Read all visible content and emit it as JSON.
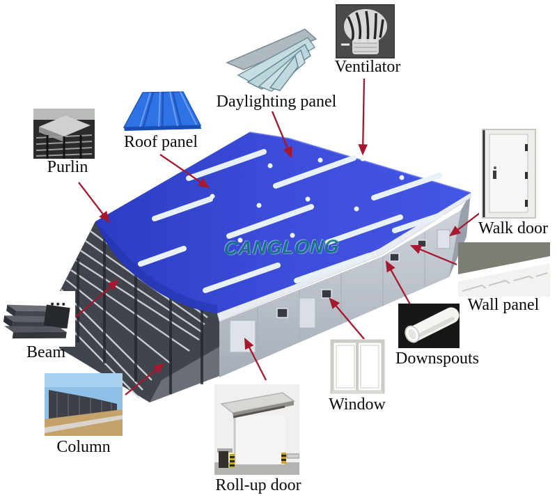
{
  "watermark": "CANGLONG",
  "labels": {
    "purlin": "Purlin",
    "roof_panel": "Roof panel",
    "daylighting_panel": "Daylighting panel",
    "ventilator": "Ventilator",
    "walk_door": "Walk door",
    "wall_panel": "Wall panel",
    "downspouts": "Downspouts",
    "window": "Window",
    "roll_up_door": "Roll-up door",
    "beam": "Beam",
    "column": "Column"
  },
  "colors": {
    "arrow": "#a5182f",
    "roof_blue": "#3a4cd8",
    "skylight_strip": "#e8f1f7",
    "wall_gray": "#c3c8d0",
    "frame_dark": "#40444c",
    "watermark_teal": "#0e7a7a",
    "label_text": "#0b0b0b"
  }
}
